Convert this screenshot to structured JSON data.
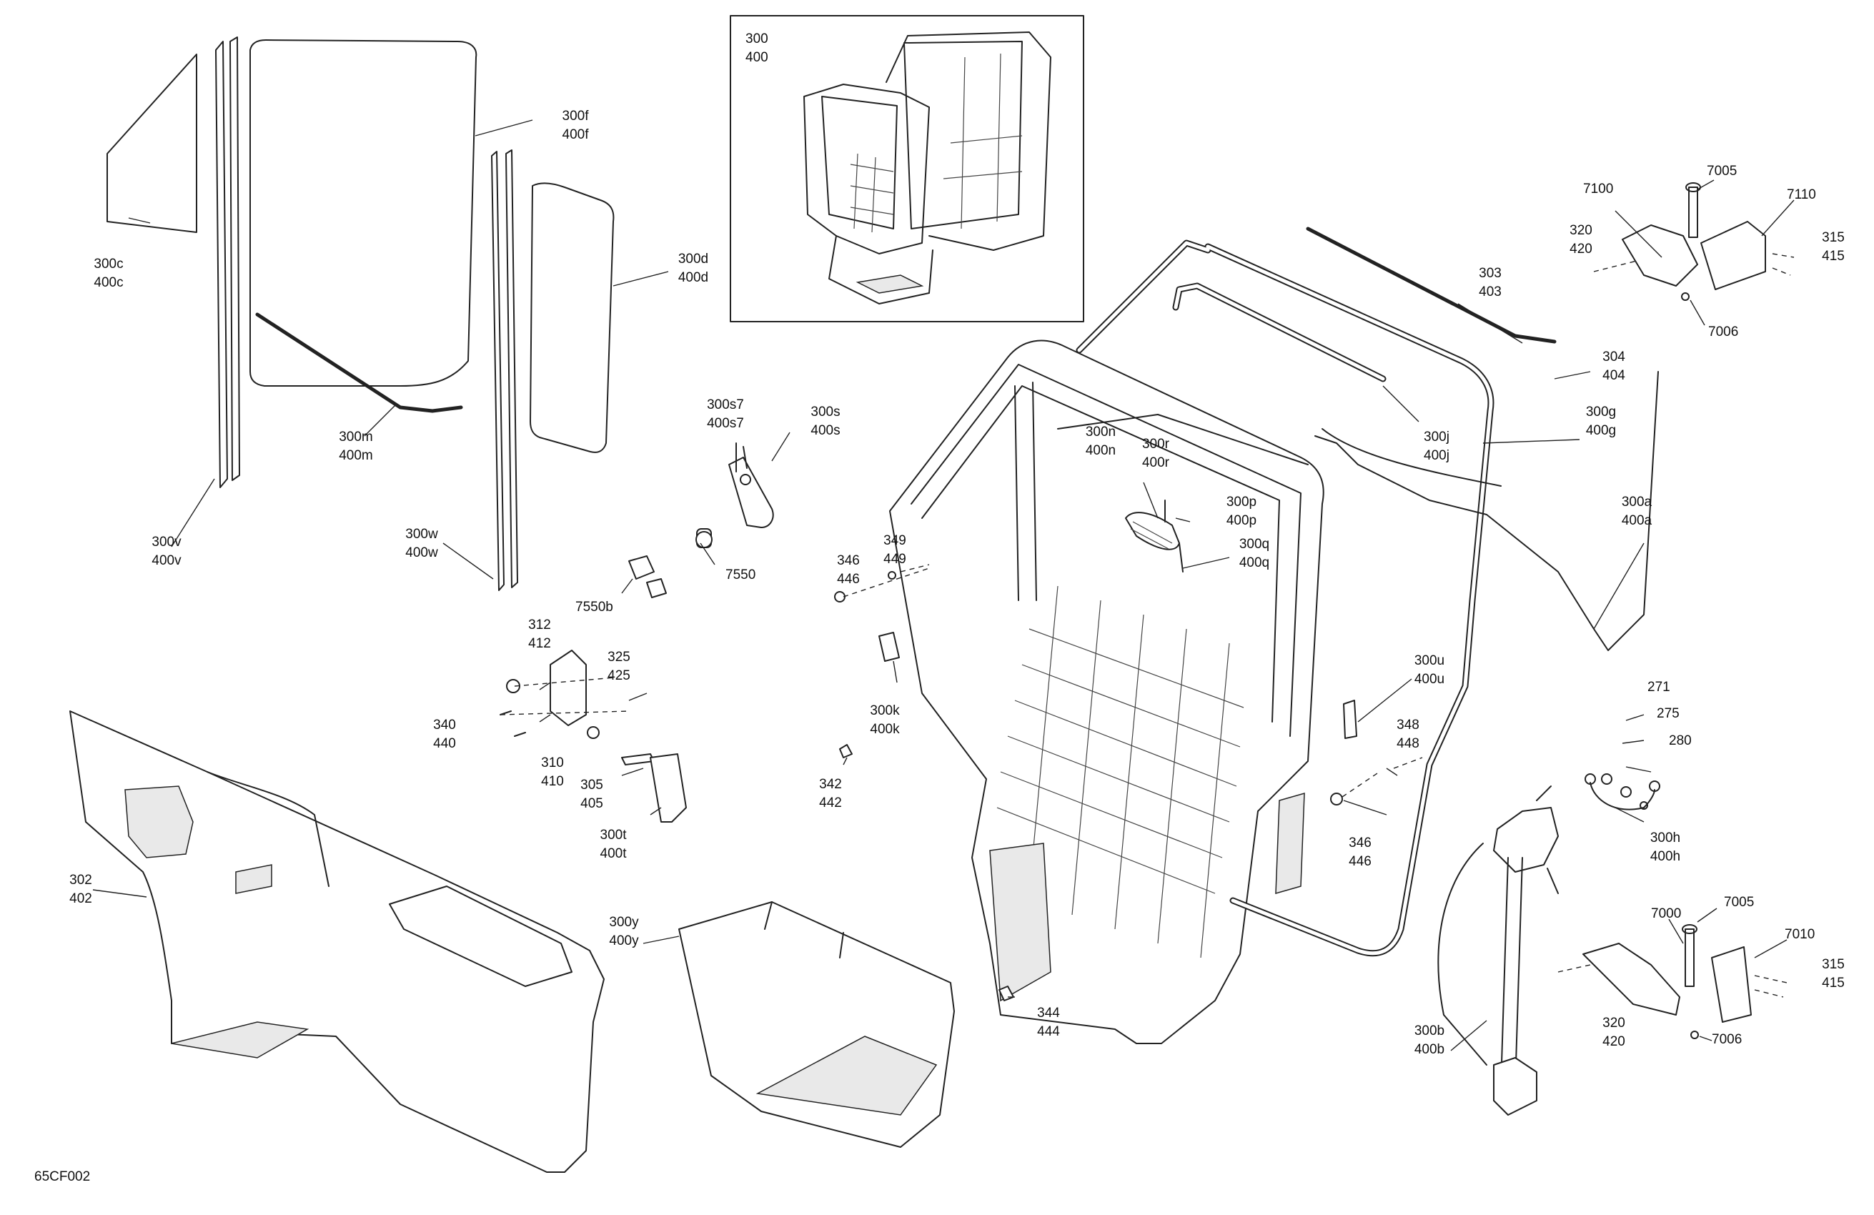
{
  "figure_code": "65CF002",
  "callouts": [
    {
      "id": "c300",
      "lines": [
        "300",
        "400"
      ]
    },
    {
      "id": "c300f",
      "lines": [
        "300f",
        "400f"
      ]
    },
    {
      "id": "c300c",
      "lines": [
        "300c",
        "400c"
      ]
    },
    {
      "id": "c300d",
      "lines": [
        "300d",
        "400d"
      ]
    },
    {
      "id": "c300m",
      "lines": [
        "300m",
        "400m"
      ]
    },
    {
      "id": "c300v",
      "lines": [
        "300v",
        "400v"
      ]
    },
    {
      "id": "c300w",
      "lines": [
        "300w",
        "400w"
      ]
    },
    {
      "id": "c300s7",
      "lines": [
        "300s7",
        "400s7"
      ]
    },
    {
      "id": "c300s",
      "lines": [
        "300s",
        "400s"
      ]
    },
    {
      "id": "c7550",
      "lines": [
        "7550"
      ]
    },
    {
      "id": "c7550b",
      "lines": [
        "7550b"
      ]
    },
    {
      "id": "c349",
      "lines": [
        "349",
        "449"
      ]
    },
    {
      "id": "c346a",
      "lines": [
        "346",
        "446"
      ]
    },
    {
      "id": "c300k",
      "lines": [
        "300k",
        "400k"
      ]
    },
    {
      "id": "c312",
      "lines": [
        "312",
        "412"
      ]
    },
    {
      "id": "c325",
      "lines": [
        "325",
        "425"
      ]
    },
    {
      "id": "c340",
      "lines": [
        "340",
        "440"
      ]
    },
    {
      "id": "c310",
      "lines": [
        "310",
        "410"
      ]
    },
    {
      "id": "c305",
      "lines": [
        "305",
        "405"
      ]
    },
    {
      "id": "c300t",
      "lines": [
        "300t",
        "400t"
      ]
    },
    {
      "id": "c342",
      "lines": [
        "342",
        "442"
      ]
    },
    {
      "id": "c302",
      "lines": [
        "302",
        "402"
      ]
    },
    {
      "id": "c300y",
      "lines": [
        "300y",
        "400y"
      ]
    },
    {
      "id": "c344",
      "lines": [
        "344",
        "444"
      ]
    },
    {
      "id": "c300n",
      "lines": [
        "300n",
        "400n"
      ]
    },
    {
      "id": "c300r",
      "lines": [
        "300r",
        "400r"
      ]
    },
    {
      "id": "c300p",
      "lines": [
        "300p",
        "400p"
      ]
    },
    {
      "id": "c300q",
      "lines": [
        "300q",
        "400q"
      ]
    },
    {
      "id": "c303",
      "lines": [
        "303",
        "403"
      ]
    },
    {
      "id": "c304",
      "lines": [
        "304",
        "404"
      ]
    },
    {
      "id": "c300j",
      "lines": [
        "300j",
        "400j"
      ]
    },
    {
      "id": "c300g",
      "lines": [
        "300g",
        "400g"
      ]
    },
    {
      "id": "c300a",
      "lines": [
        "300a",
        "400a"
      ]
    },
    {
      "id": "c300u",
      "lines": [
        "300u",
        "400u"
      ]
    },
    {
      "id": "c348",
      "lines": [
        "348",
        "448"
      ]
    },
    {
      "id": "c346b",
      "lines": [
        "346",
        "446"
      ]
    },
    {
      "id": "c271",
      "lines": [
        "271"
      ]
    },
    {
      "id": "c275",
      "lines": [
        "275"
      ]
    },
    {
      "id": "c280",
      "lines": [
        "280"
      ]
    },
    {
      "id": "c300h",
      "lines": [
        "300h",
        "400h"
      ]
    },
    {
      "id": "c7100",
      "lines": [
        "7100"
      ]
    },
    {
      "id": "c7005a",
      "lines": [
        "7005"
      ]
    },
    {
      "id": "c7110",
      "lines": [
        "7110"
      ]
    },
    {
      "id": "c320a",
      "lines": [
        "320",
        "420"
      ]
    },
    {
      "id": "c315a",
      "lines": [
        "315",
        "415"
      ]
    },
    {
      "id": "c7006a",
      "lines": [
        "7006"
      ]
    },
    {
      "id": "c7000",
      "lines": [
        "7000"
      ]
    },
    {
      "id": "c7005b",
      "lines": [
        "7005"
      ]
    },
    {
      "id": "c7010",
      "lines": [
        "7010"
      ]
    },
    {
      "id": "c315b",
      "lines": [
        "315",
        "415"
      ]
    },
    {
      "id": "c320b",
      "lines": [
        "320",
        "420"
      ]
    },
    {
      "id": "c7006b",
      "lines": [
        "7006"
      ]
    },
    {
      "id": "c300b",
      "lines": [
        "300b",
        "400b"
      ]
    }
  ]
}
